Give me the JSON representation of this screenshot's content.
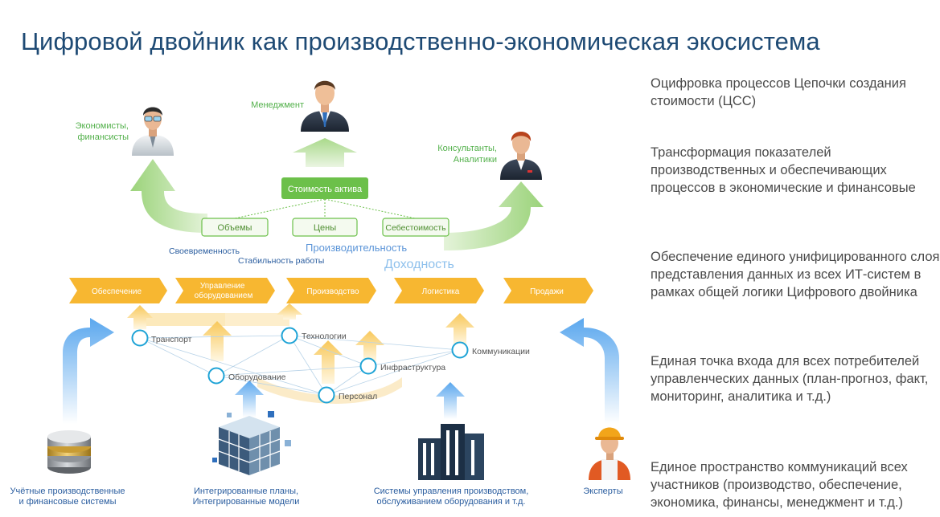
{
  "title": "Цифровой двойник как производственно-экономическая экосистема",
  "roles": {
    "management": "Менеджмент",
    "economists_line1": "Экономисты,",
    "economists_line2": "финансисты",
    "consultants_line1": "Консультанты,",
    "consultants_line2": "Аналитики"
  },
  "value_boxes": {
    "asset_cost": "Стоимость актива",
    "volumes": "Объемы",
    "prices": "Цены",
    "cost_price": "Себестоимость"
  },
  "kpis": {
    "timeliness": "Своевременность",
    "stability": "Стабильность работы",
    "productivity": "Производительность",
    "profitability": "Доходность"
  },
  "chain": [
    "Обеспечение",
    "Управление оборудованием",
    "Производство",
    "Логистика",
    "Продажи"
  ],
  "nodes": {
    "transport": "Транспорт",
    "technology": "Технологии",
    "equipment": "Оборудование",
    "infrastructure": "Инфраструктура",
    "communications": "Коммуникации",
    "personnel": "Персонал"
  },
  "sources": {
    "accounting_line1": "Учётные производственные",
    "accounting_line2": "и финансовые системы",
    "plans_line1": "Интегрированные планы,",
    "plans_line2": "Интегрированные модели",
    "mgmt_line1": "Системы управления производством,",
    "mgmt_line2": "обслуживанием оборудования и т.д.",
    "experts": "Эксперты"
  },
  "side_text": [
    "Оцифровка процессов Цепочки создания стоимости (ЦСС)",
    "Трансформация показателей производственных и обеспечивающих процессов в экономические и финансовые",
    "Обеспечение единого унифицированного слоя представления данных из всех ИТ-систем в рамках общей логики Цифрового двойника",
    "Единая точка входа для всех потребителей управленческих данных (план-прогноз, факт, мониторинг, аналитика и т.д.)",
    "Единое пространство коммуникаций всех участников (производство, обеспечение, экономика, финансы, менеджмент и т.д.)"
  ],
  "colors": {
    "title": "#1e4a74",
    "green": "#6cc04a",
    "chain": "#f7b731",
    "blue": "#4a90e2",
    "node": "#1ea3d6"
  }
}
